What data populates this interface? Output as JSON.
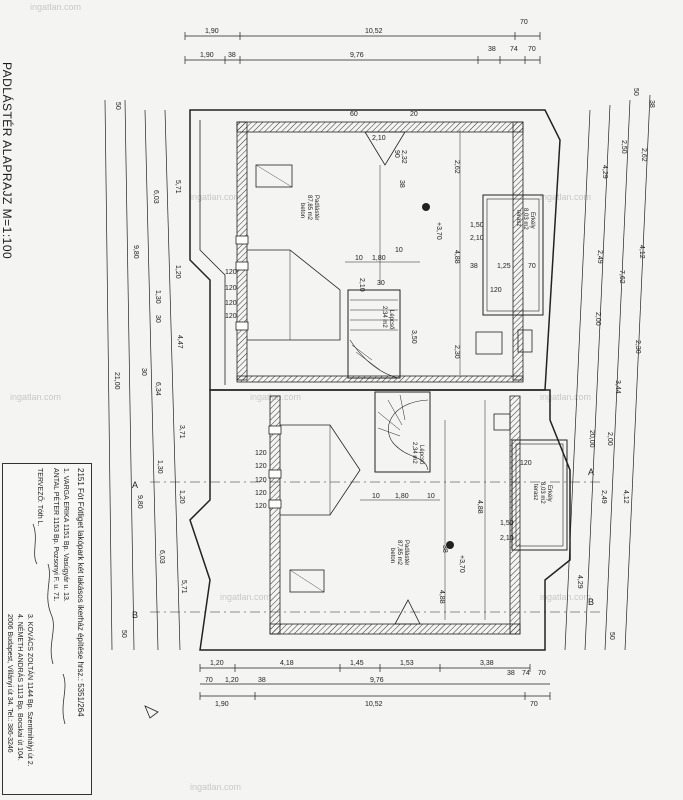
{
  "title": "PADLÁSTÉR ALAPRAJZ   M=1:100",
  "watermark": "ingatlan.com",
  "top_dims": {
    "row1": [
      "1,90",
      "10,52",
      "70"
    ],
    "row2": [
      "1,90",
      "38",
      "9,76",
      "38",
      "74",
      "70"
    ]
  },
  "bottom_dims": {
    "row1": [
      "1,20",
      "4,18",
      "1,45",
      "1,53",
      "3,38"
    ],
    "row2": [
      "70",
      "1,20",
      "38",
      "9,76",
      "38",
      "74",
      "70"
    ],
    "row3": [
      "1,90",
      "10,52",
      "70"
    ]
  },
  "left_dims": [
    "50",
    "5,71",
    "6,03",
    "1,20",
    "9,80",
    "1,30",
    "30",
    "4,47",
    "21,00",
    "6,34",
    "30",
    "3,71",
    "1,30",
    "1,20",
    "9,80",
    "6,03",
    "5,71",
    "50"
  ],
  "right_dims": [
    "50",
    "2,50",
    "38",
    "2,62",
    "4,29",
    "4,12",
    "7,62",
    "2,49",
    "2,00",
    "2,30",
    "3,44",
    "20,00",
    "2,00",
    "2,49",
    "4,12",
    "4,29",
    "50"
  ],
  "upper_unit": {
    "room_name": "Padlástér",
    "room_area": "87,85 m2",
    "room_floor": "beton",
    "bay_name": "Erkély",
    "bay_area": "8,03 m2",
    "bay_floor": "terasz",
    "level": "+3,70",
    "stair_label": "Lépcső",
    "stair_area": "2,34 m2",
    "dims": [
      "60",
      "20",
      "2,10",
      "90",
      "2,32",
      "38",
      "2,62",
      "10",
      "1,80",
      "10",
      "2,10",
      "30",
      "4,88",
      "1,25",
      "70",
      "38",
      "1,50",
      "2,10",
      "3,50",
      "2,30",
      "120",
      "120",
      "120",
      "120",
      "120"
    ]
  },
  "lower_unit": {
    "room_name": "Padlástér",
    "room_area": "87,85 m2",
    "room_floor": "beton",
    "bay_name": "Erkély",
    "bay_area": "8,03 m2",
    "bay_floor": "terasz",
    "level": "+3,70",
    "stair_label": "Lépcső",
    "stair_area": "2,34 m2",
    "dims": [
      "120",
      "120",
      "120",
      "120",
      "120",
      "10",
      "1,80",
      "10",
      "4,88",
      "1,50",
      "2,10",
      "38",
      "4,88",
      "120"
    ]
  },
  "section_marks": [
    "A",
    "A",
    "B",
    "B"
  ],
  "stamp": {
    "line1": "2151 Fót Fótliget lakópark két lakásos ikerház építése  hrsz.: 5351/264",
    "line2": "1. VARGA ERIKA 1151 Bp. Vasúgyár u. 13.",
    "line3": "   ANTAL PÉTER  1153 Bp. Pozsonyi F. u. 71.",
    "line4": "TERVEZŐ: Tóth L.",
    "line5": "3. KOVÁCS ZOLTÁN 1144 Bp. Szentmihályi út 2.",
    "line6": "4. NÉMETH ANDRÁS 1113 Bp. Bocskai út 104.",
    "line7": "2006  Budapest, Villányi út 34.  Tel.: 386-3246"
  }
}
